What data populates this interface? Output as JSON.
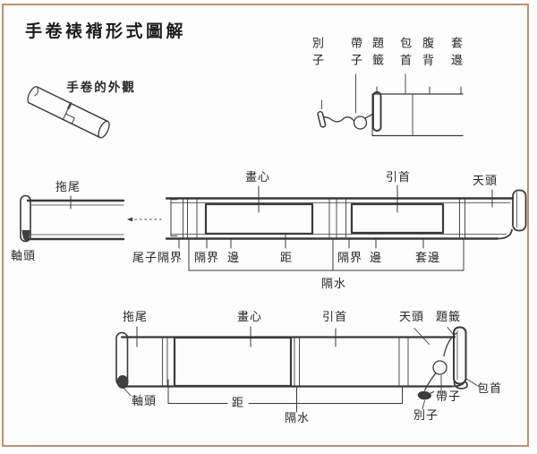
{
  "title": "手卷裱褙形式圖解",
  "exterior": {
    "caption": "手卷的外觀"
  },
  "rolled_view": {
    "labels": [
      "別子",
      "帶子",
      "題籤",
      "包首",
      "腹背",
      "套邊"
    ]
  },
  "unrolled_view": {
    "top_labels": [
      "拖尾",
      "畫心",
      "引首",
      "天頭"
    ],
    "bottom_labels": [
      "軸頭",
      "尾子隔界",
      "隔界",
      "邊",
      "距",
      "隔界",
      "邊",
      "套邊"
    ],
    "bracket_label": "隔水"
  },
  "compact_view": {
    "top_labels": [
      "拖尾",
      "畫心",
      "引首",
      "天頭",
      "題籤"
    ],
    "bottom_labels": [
      "軸頭",
      "距",
      "隔水"
    ],
    "end_labels": [
      "包首",
      "帶子",
      "別子"
    ]
  },
  "colors": {
    "background": "#fdfdfd",
    "frame": "#c2906c",
    "ink": "#3a3a3a"
  }
}
